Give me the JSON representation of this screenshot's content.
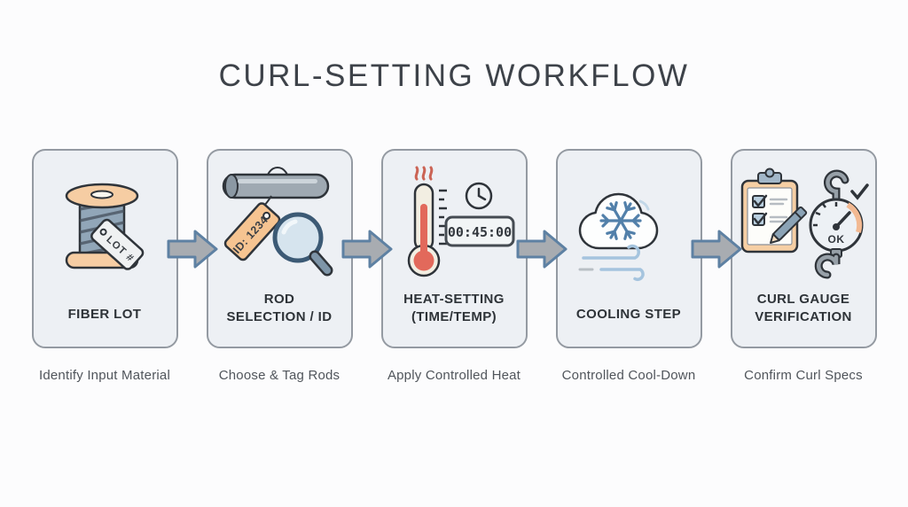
{
  "title": "CURL-SETTING WORKFLOW",
  "colors": {
    "card_bg": "#edf0f4",
    "card_border": "#949aa2",
    "arrow_fill": "#a8acb1",
    "arrow_border": "#5e81a3",
    "accent_peach": "#f6cda3",
    "accent_red": "#e2695b",
    "steel_blue": "#5280aa",
    "text_dark": "#2e3338"
  },
  "steps": [
    {
      "label": "FIBER LOT",
      "caption": "Identify Input Material",
      "icon": "thread-spool-with-lot-tag",
      "icon_text": "LOT #"
    },
    {
      "label": "ROD\nSELECTION / ID",
      "caption": "Choose & Tag Rods",
      "icon": "rod-with-id-tag-and-magnifier",
      "icon_text": "ID: 1234"
    },
    {
      "label": "HEAT-SETTING\n(TIME/TEMP)",
      "caption": "Apply Controlled Heat",
      "icon": "thermometer-with-timer",
      "icon_text": "00:45:00"
    },
    {
      "label": "COOLING STEP",
      "caption": "Controlled Cool-Down",
      "icon": "snowflake-cloud-with-wind",
      "icon_text": ""
    },
    {
      "label": "CURL GAUGE\nVERIFICATION",
      "caption": "Confirm Curl Specs",
      "icon": "clipboard-checklist-and-gauge",
      "icon_text": "OK"
    }
  ]
}
